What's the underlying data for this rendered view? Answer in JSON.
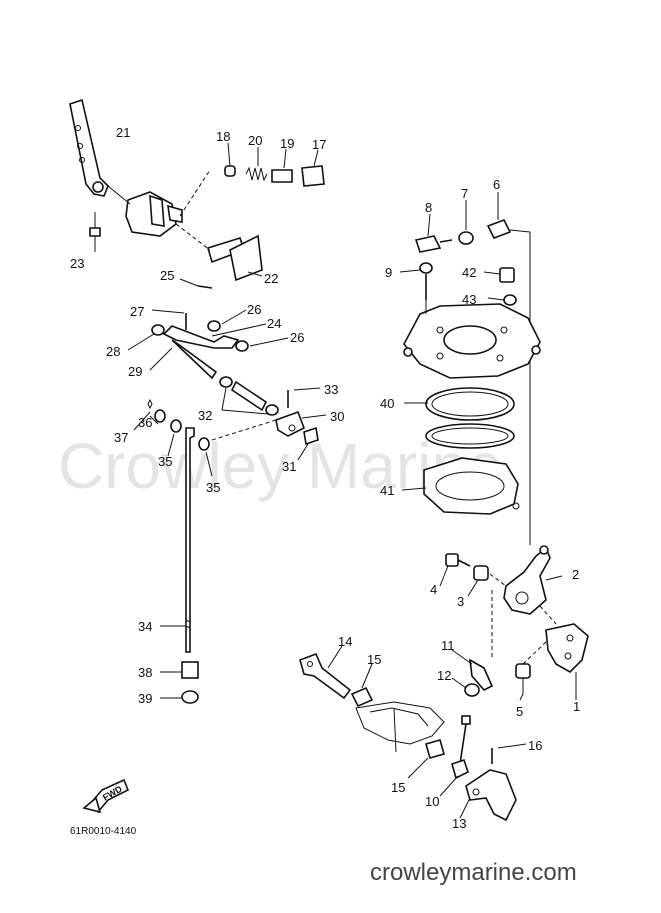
{
  "watermark": "Crowley Marine",
  "footer_site": "crowleymarine.com",
  "diagram_code": "61R0010-4140",
  "fwd_label": "FWD",
  "callouts": [
    "1",
    "2",
    "3",
    "4",
    "5",
    "6",
    "7",
    "8",
    "9",
    "10",
    "11",
    "12",
    "13",
    "14",
    "15",
    "15",
    "16",
    "17",
    "18",
    "19",
    "20",
    "21",
    "22",
    "23",
    "24",
    "25",
    "26",
    "26",
    "27",
    "28",
    "29",
    "30",
    "31",
    "32",
    "33",
    "34",
    "35",
    "35",
    "36",
    "37",
    "38",
    "39",
    "40",
    "41",
    "42",
    "43"
  ]
}
